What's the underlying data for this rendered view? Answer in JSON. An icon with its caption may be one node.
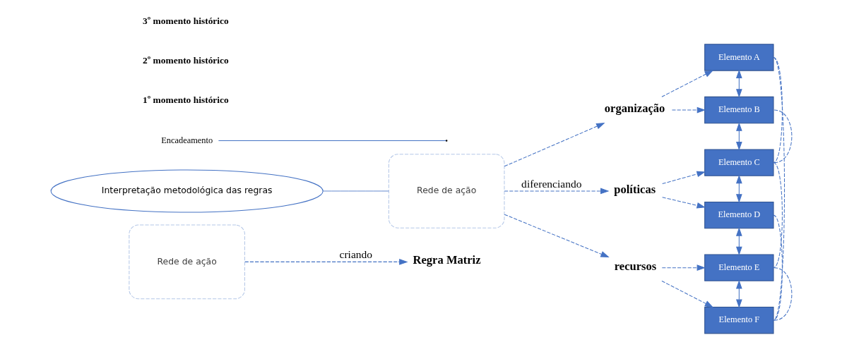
{
  "diagram": {
    "nodes": [
      {
        "text": [
          "Rede de ação"
        ]
      },
      {
        "text": [
          "Regra Matriz"
        ]
      },
      {
        "text": [
          "Rede de ação"
        ]
      },
      {
        "text": [
          "Interpretação metodológica das regras"
        ]
      },
      {
        "text": [
          "organização"
        ]
      },
      {
        "text": [
          "políticas"
        ]
      },
      {
        "text": [
          "recursos"
        ]
      },
      {
        "text": [
          "Elemento A"
        ]
      },
      {
        "text": [
          "Elemento B"
        ]
      },
      {
        "text": [
          "Elemento C"
        ]
      },
      {
        "text": [
          "Elemento D"
        ]
      },
      {
        "text": [
          "Elemento E"
        ]
      },
      {
        "text": [
          "Elemento F"
        ]
      },
      {
        "text": [
          "Encadeamento"
        ]
      }
    ],
    "edges": [
      {
        "from": 0,
        "to": 1,
        "label": "criando",
        "arrow": "to",
        "style": "dashed"
      },
      {
        "from": 3,
        "to": 2,
        "arrow": "none"
      },
      {
        "from": 2,
        "to": 4,
        "arrow": "to",
        "style": "dashed"
      },
      {
        "from": 2,
        "to": 5,
        "label": "diferenciando",
        "arrow": "to",
        "style": "dashed"
      },
      {
        "from": 2,
        "to": 6,
        "arrow": "to",
        "style": "dashed"
      },
      {
        "from": 4,
        "to": 7,
        "arrow": "to",
        "style": "dashed"
      },
      {
        "from": 4,
        "to": 8,
        "arrow": "to",
        "style": "dashed"
      },
      {
        "from": 5,
        "to": 9,
        "arrow": "to",
        "style": "dashed"
      },
      {
        "from": 5,
        "to": 10,
        "arrow": "to",
        "style": "dashed"
      },
      {
        "from": 6,
        "to": 11,
        "arrow": "to",
        "style": "dashed"
      },
      {
        "from": 6,
        "to": 12,
        "arrow": "to",
        "style": "dashed"
      },
      {
        "from": 7,
        "to": 8,
        "arrow": "both"
      },
      {
        "from": 8,
        "to": 9,
        "arrow": "both"
      },
      {
        "from": 9,
        "to": 10,
        "arrow": "both"
      },
      {
        "from": 10,
        "to": 11,
        "arrow": "both"
      },
      {
        "from": 11,
        "to": 12,
        "arrow": "both"
      },
      {
        "from": 7,
        "to": 9,
        "arrow": "none",
        "style": "dashed"
      },
      {
        "from": 7,
        "to": 12,
        "arrow": "none",
        "style": "dashed"
      },
      {
        "from": 8,
        "to": 9,
        "arrow": "none",
        "style": "dashed"
      },
      {
        "from": 9,
        "to": 11,
        "arrow": "none",
        "style": "dashed"
      },
      {
        "from": 10,
        "to": 12,
        "arrow": "none",
        "style": "dashed"
      },
      {
        "from": 11,
        "to": 12,
        "arrow": "none",
        "style": "dashed"
      },
      {
        "from": 13,
        "to": null,
        "arrow": "none"
      }
    ],
    "labels": [
      "1º momento histórico",
      "2º momento histórico",
      "3º momento histórico"
    ]
  }
}
